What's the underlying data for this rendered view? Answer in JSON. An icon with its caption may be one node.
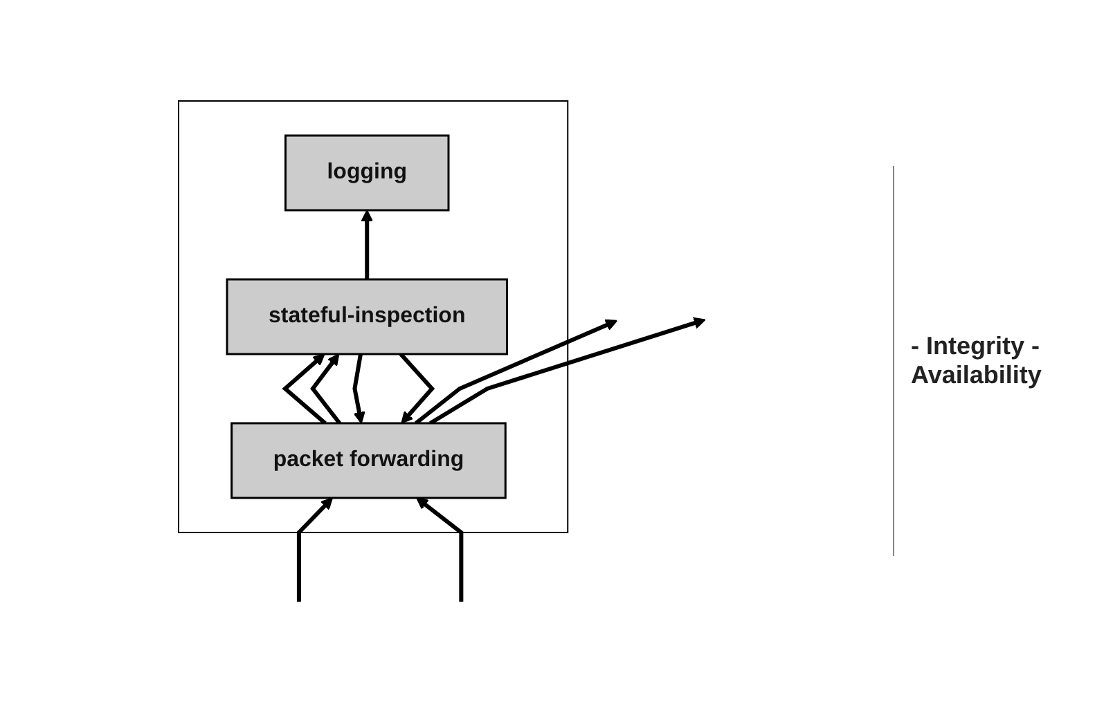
{
  "diagram": {
    "nodes": [
      {
        "text": [],
        "shape": "box"
      },
      {
        "text": [
          "logging"
        ],
        "in": 0
      },
      {
        "text": [
          "stateful-inspection"
        ],
        "in": 0
      },
      {
        "text": [
          "packet forwarding"
        ],
        "in": 0
      }
    ],
    "edges": [
      {
        "from": 2,
        "to": 1,
        "arrow": "to"
      },
      {
        "from": 3,
        "to": 2,
        "arrow": "to"
      },
      {
        "from": 2,
        "to": 3,
        "arrow": "to"
      },
      {
        "from": 3,
        "to": 2,
        "arrow": "to"
      },
      {
        "from": 2,
        "to": 3,
        "arrow": "to"
      },
      {
        "from": null,
        "to": 3,
        "arrow": "to"
      },
      {
        "from": 3,
        "to": null,
        "arrow": "to"
      },
      {
        "from": null,
        "to": 3,
        "arrow": "to"
      },
      {
        "from": 3,
        "to": null,
        "arrow": "to"
      }
    ],
    "labels": [
      "- Integrity - Availability"
    ]
  }
}
